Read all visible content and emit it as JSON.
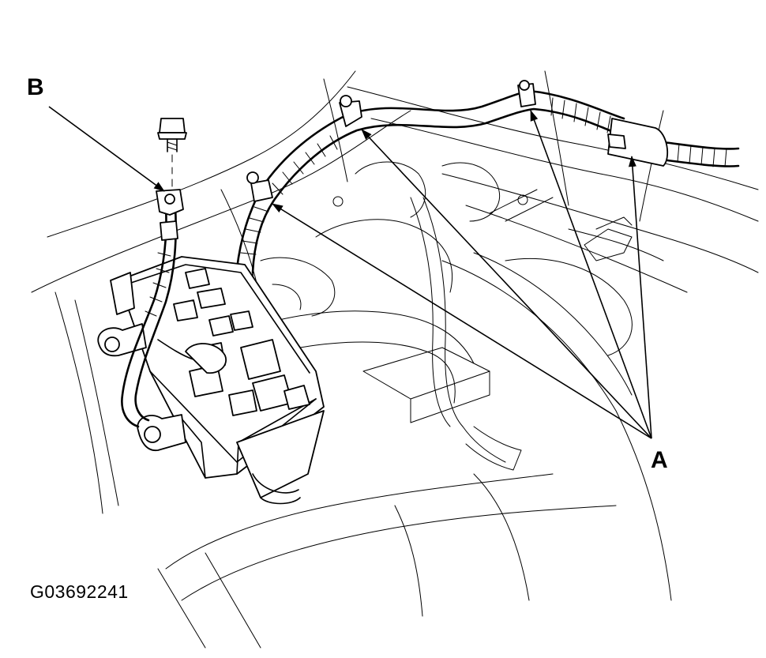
{
  "labels": {
    "a": "A",
    "b": "B"
  },
  "figure_id": "G03692241",
  "colors": {
    "ink": "#000000",
    "paper": "#ffffff"
  }
}
